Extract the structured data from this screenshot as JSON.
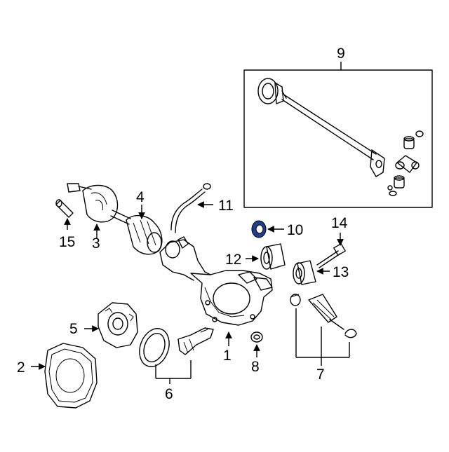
{
  "labels": {
    "l1": "1",
    "l2": "2",
    "l3": "3",
    "l4": "4",
    "l5": "5",
    "l6": "6",
    "l7": "7",
    "l8": "8",
    "l9": "9",
    "l10": "10",
    "l11": "11",
    "l12": "12",
    "l13": "13",
    "l14": "14",
    "l15": "15"
  },
  "colors": {
    "highlight": "#1f3f8a",
    "line": "#000000",
    "background": "#ffffff"
  }
}
